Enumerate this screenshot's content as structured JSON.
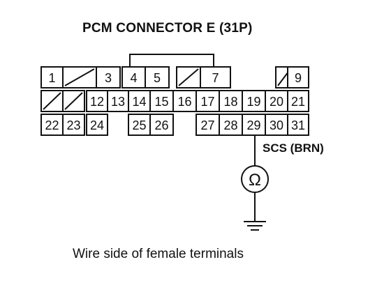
{
  "title": "PCM CONNECTOR E (31P)",
  "caption": "Wire side of female terminals",
  "wire_label": "SCS (BRN)",
  "meter_symbol": "Ω",
  "icons": [
    "ohmmeter-icon",
    "ground-icon"
  ],
  "rows": [
    [
      "1",
      "/",
      "3",
      "4",
      "5",
      "/",
      "7",
      "",
      "/",
      "9"
    ],
    [
      "/",
      "/",
      "12",
      "13",
      "14",
      "15",
      "16",
      "17",
      "18",
      "19",
      "20",
      "21"
    ],
    [
      "22",
      "23",
      "24",
      "",
      "25",
      "26",
      "",
      "27",
      "28",
      "29",
      "30",
      "31"
    ]
  ]
}
